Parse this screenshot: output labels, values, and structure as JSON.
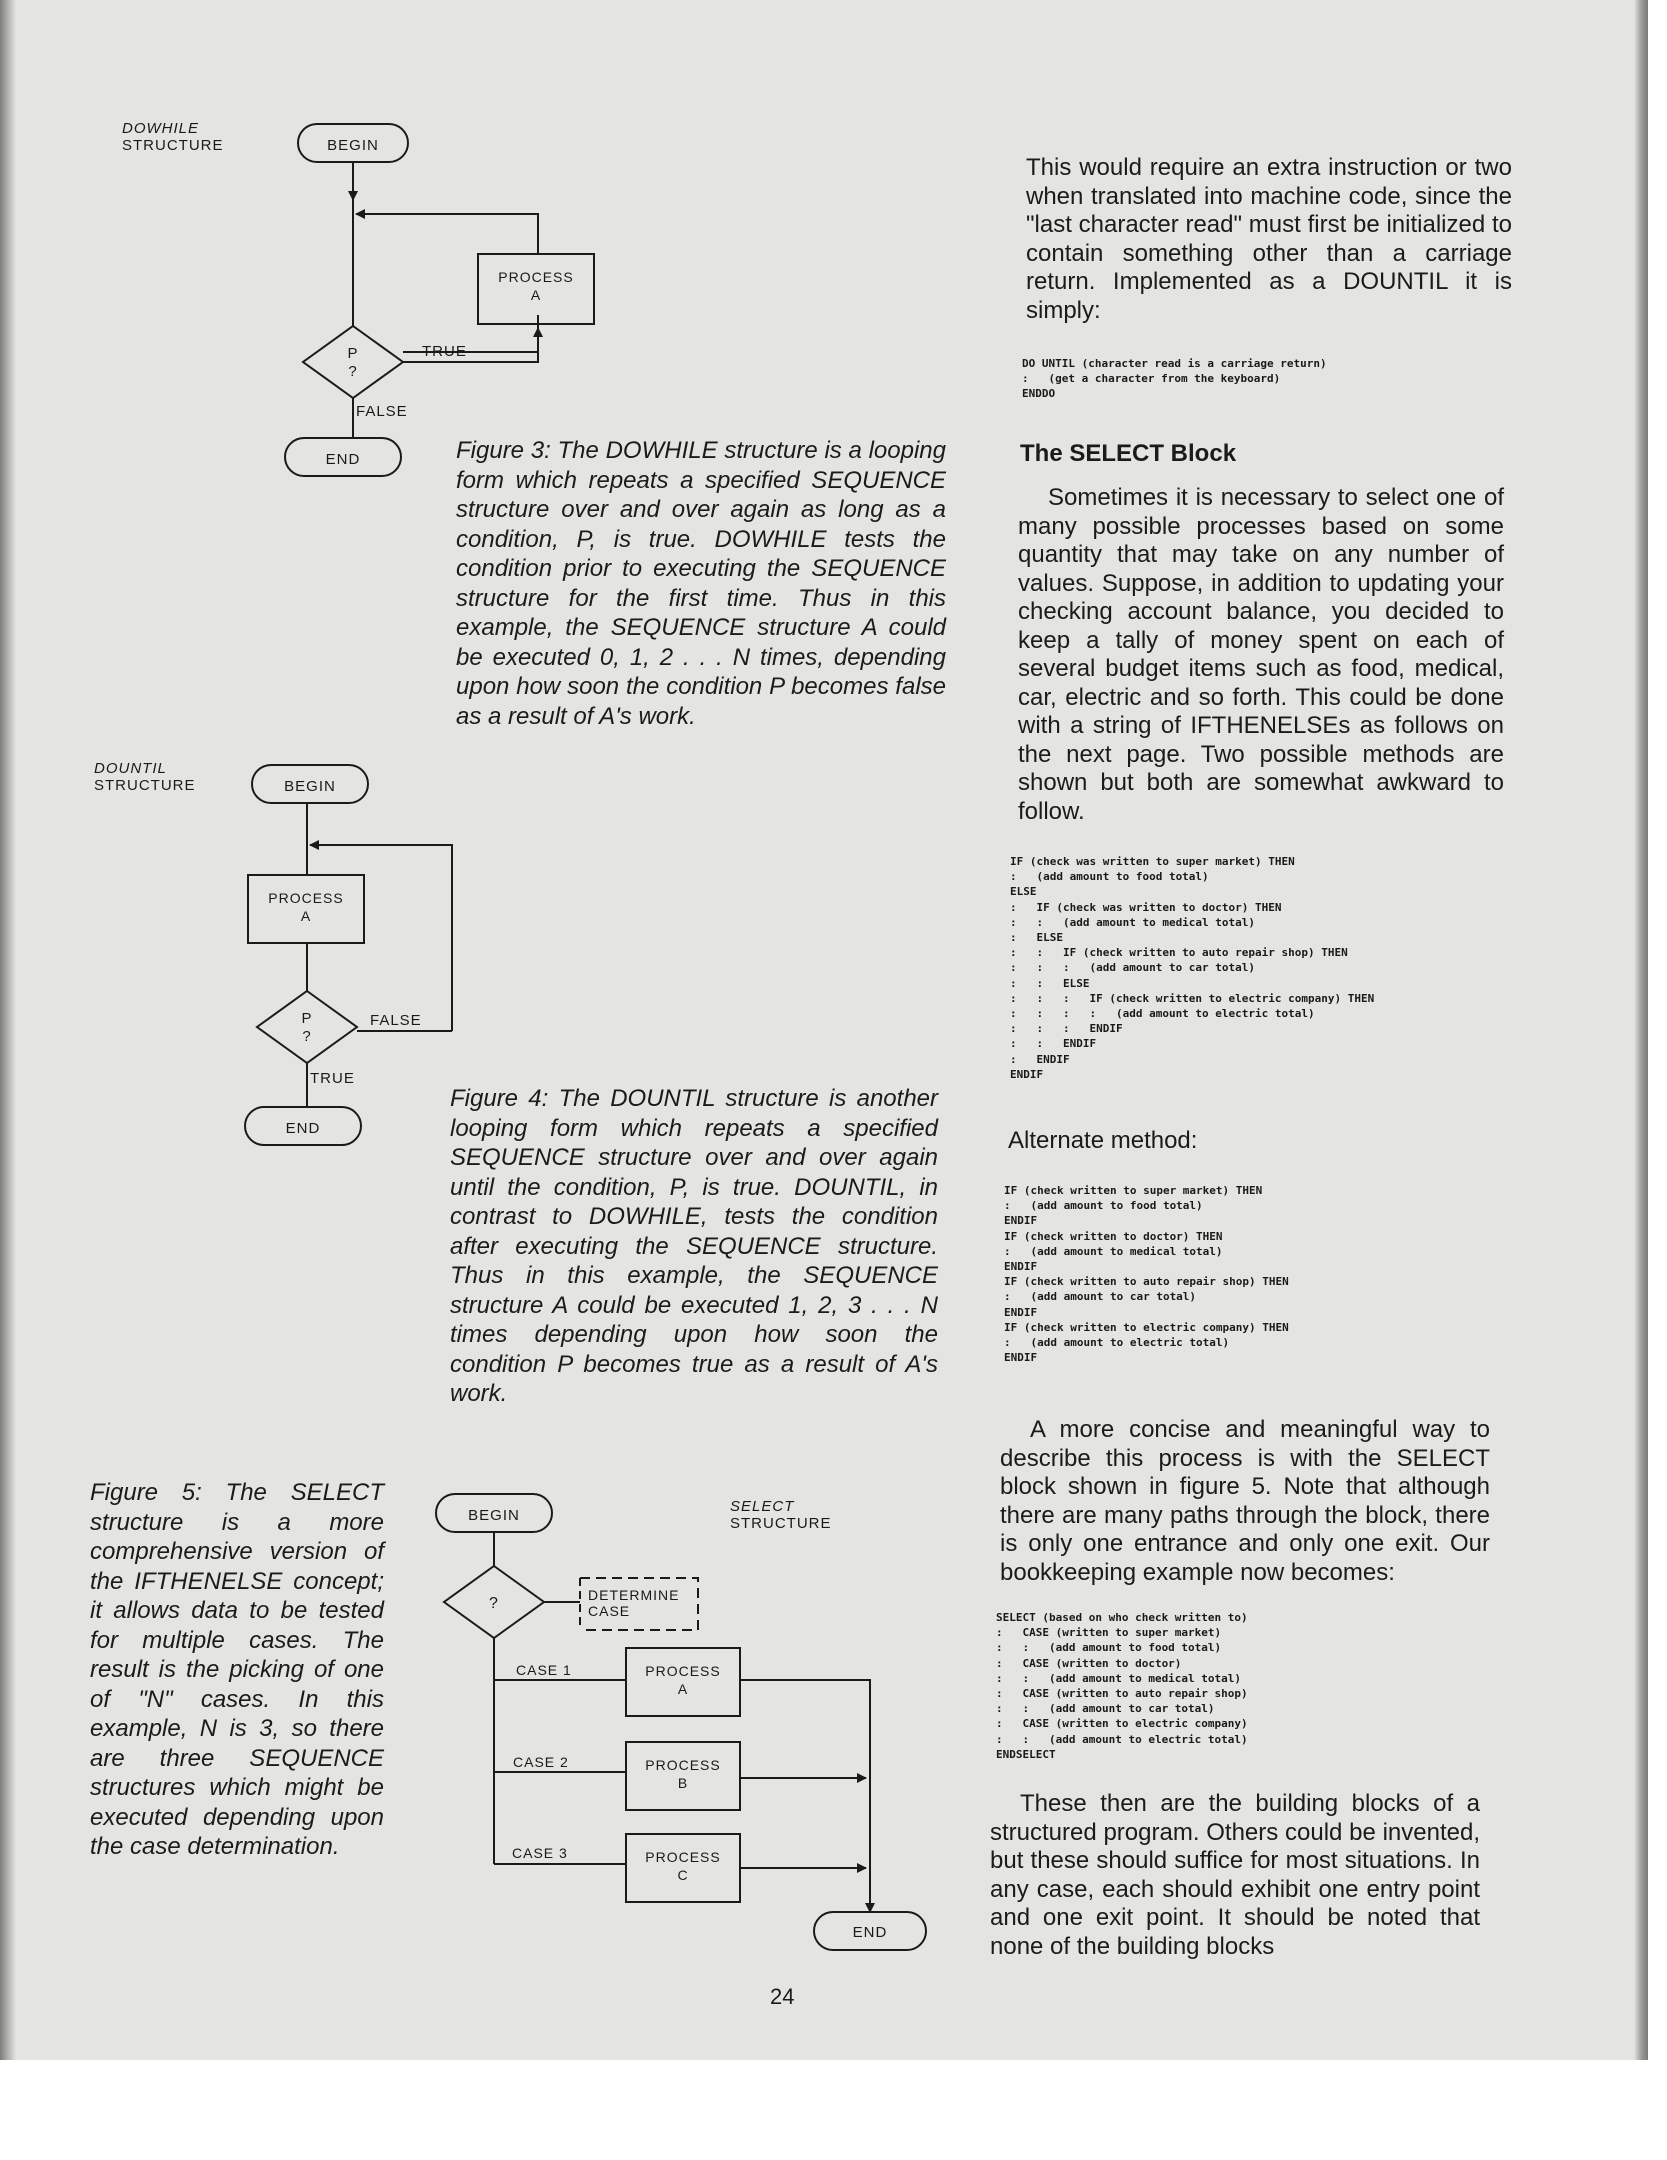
{
  "figure3": {
    "label_italic": "DOWHILE",
    "label": "STRUCTURE",
    "begin": "BEGIN",
    "process_line1": "PROCESS",
    "process_line2": "A",
    "condition_line1": "P",
    "condition_line2": "?",
    "true_label": "TRUE",
    "false_label": "FALSE",
    "end": "END",
    "caption": "Figure 3: The DOWHILE structure is a looping form which repeats a specified SEQUENCE structure over and over again as long as a condition, P, is true. DOWHILE tests the condition prior to executing the SEQUENCE structure for the first time. Thus in this example, the SEQUENCE structure A could be executed 0, 1, 2 . . . N times, depending upon how soon the condition P becomes false as a result of A's work."
  },
  "figure4": {
    "label_italic": "DOUNTIL",
    "label": "STRUCTURE",
    "begin": "BEGIN",
    "process_line1": "PROCESS",
    "process_line2": "A",
    "condition_line1": "P",
    "condition_line2": "?",
    "false_label": "FALSE",
    "true_label": "TRUE",
    "end": "END",
    "caption": "Figure 4: The DOUNTIL structure is another looping form which repeats a specified SEQUENCE structure over and over again until the condition, P, is true. DOUNTIL, in contrast to DOWHILE, tests the condition after executing the SEQUENCE structure. Thus in this example, the SEQUENCE structure A could be executed 1, 2, 3 . . . N times depending upon how soon the condition P becomes true as a result of A's work."
  },
  "figure5": {
    "label_italic": "SELECT",
    "label": "STRUCTURE",
    "begin": "BEGIN",
    "condition": "?",
    "determine_line1": "DETERMINE",
    "determine_line2": "CASE",
    "cases": [
      {
        "case": "CASE 1",
        "process_line1": "PROCESS",
        "process_line2": "A"
      },
      {
        "case": "CASE 2",
        "process_line1": "PROCESS",
        "process_line2": "B"
      },
      {
        "case": "CASE 3",
        "process_line1": "PROCESS",
        "process_line2": "C"
      }
    ],
    "end": "END",
    "caption": "Figure 5: The SELECT structure is a more comprehensive version of the IFTHENELSE concept; it allows data to be tested for multiple cases. The result is the picking of one of \"N\" cases. In this example, N is 3, so there are three SEQUENCE structures which might be executed depending upon the case determination."
  },
  "right_column": {
    "para1": "This would require an extra instruction or two when translated into machine code, since the \"last character read\" must first be initialized to contain something other than a carriage return. Implemented as a DOUNTIL it is simply:",
    "code1": "DO UNTIL (character read is a carriage return)\n:   (get a character from the keyboard)\nENDDO",
    "heading": "The SELECT Block",
    "para2": "Sometimes it is necessary to select one of many possible processes based on some quantity that may take on any number of values. Suppose, in addition to updating your checking account balance, you decided to keep a tally of money spent on each of several budget items such as food, medical, car, electric and so forth. This could be done with a string of IFTHENELSEs as follows on the next page. Two possible methods are shown but both are somewhat awkward to follow.",
    "code2": "IF (check was written to super market) THEN\n:   (add amount to food total)\nELSE\n:   IF (check was written to doctor) THEN\n:   :   (add amount to medical total)\n:   ELSE\n:   :   IF (check written to auto repair shop) THEN\n:   :   :   (add amount to car total)\n:   :   ELSE\n:   :   :   IF (check written to electric company) THEN\n:   :   :   :   (add amount to electric total)\n:   :   :   ENDIF\n:   :   ENDIF\n:   ENDIF\nENDIF",
    "alt_heading": "Alternate method:",
    "code3": "IF (check written to super market) THEN\n:   (add amount to food total)\nENDIF\nIF (check written to doctor) THEN\n:   (add amount to medical total)\nENDIF\nIF (check written to auto repair shop) THEN\n:   (add amount to car total)\nENDIF\nIF (check written to electric company) THEN\n:   (add amount to electric total)\nENDIF",
    "para3": "A more concise and meaningful way to describe this process is with the SELECT block shown in figure 5. Note that although there are many paths through the block, there is only one entrance and only one exit. Our bookkeeping example now becomes:",
    "code4": "SELECT (based on who check written to)\n:   CASE (written to super market)\n:   :   (add amount to food total)\n:   CASE (written to doctor)\n:   :   (add amount to medical total)\n:   CASE (written to auto repair shop)\n:   :   (add amount to car total)\n:   CASE (written to electric company)\n:   :   (add amount to electric total)\nENDSELECT",
    "para4": "These then are the building blocks of a structured program. Others could be invented, but these should suffice for most situations. In any case, each should exhibit one entry point and one exit point. It should be noted that none of the building blocks"
  },
  "page_number": "24"
}
